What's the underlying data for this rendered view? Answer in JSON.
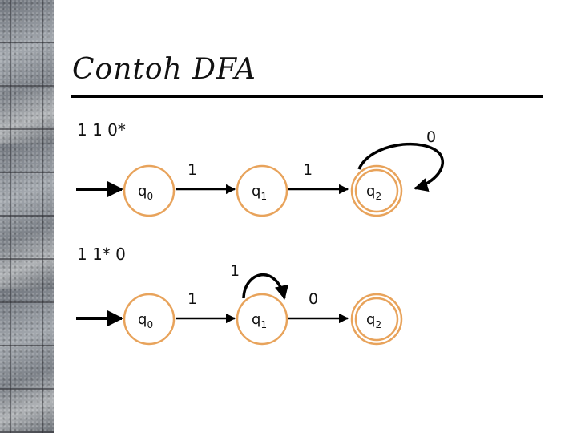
{
  "slide": {
    "title": "Contoh DFA"
  },
  "diagrams": [
    {
      "expression": "1 1 0*",
      "states": [
        "q",
        "q",
        "q"
      ],
      "state_subscripts": [
        "0",
        "1",
        "2"
      ],
      "accepting_state": "q2",
      "transitions": [
        {
          "from": "start",
          "to": "q0",
          "label": ""
        },
        {
          "from": "q0",
          "to": "q1",
          "label": "1"
        },
        {
          "from": "q1",
          "to": "q2",
          "label": "1"
        },
        {
          "from": "q2",
          "to": "q2",
          "label": "0"
        }
      ]
    },
    {
      "expression": "1 1* 0",
      "states": [
        "q",
        "q",
        "q"
      ],
      "state_subscripts": [
        "0",
        "1",
        "2"
      ],
      "accepting_state": "q2",
      "transitions": [
        {
          "from": "start",
          "to": "q0",
          "label": ""
        },
        {
          "from": "q0",
          "to": "q1",
          "label": "1"
        },
        {
          "from": "q1",
          "to": "q1",
          "label": "1"
        },
        {
          "from": "q1",
          "to": "q2",
          "label": "0"
        }
      ]
    }
  ],
  "colors": {
    "state_stroke": "#E8A35B",
    "arrow": "#000000"
  }
}
